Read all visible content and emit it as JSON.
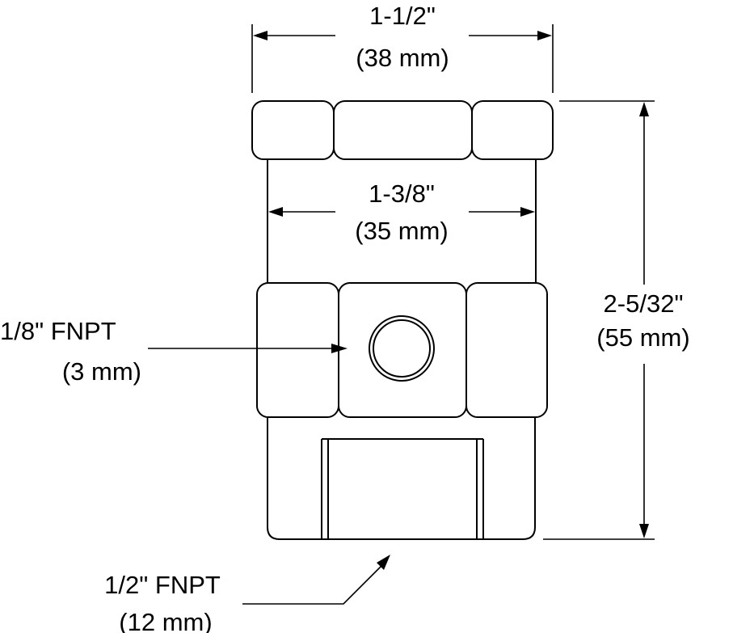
{
  "dimensions": {
    "top_width": {
      "imperial": "1-1/2\"",
      "metric": "(38 mm)"
    },
    "inner_width": {
      "imperial": "1-3/8\"",
      "metric": "(35 mm)"
    },
    "height": {
      "imperial": "2-5/32\"",
      "metric": "(55 mm)"
    },
    "side_port": {
      "imperial": "1/8\" FNPT",
      "metric": "(3 mm)"
    },
    "bottom_port": {
      "imperial": "1/2\" FNPT",
      "metric": "(12 mm)"
    }
  }
}
